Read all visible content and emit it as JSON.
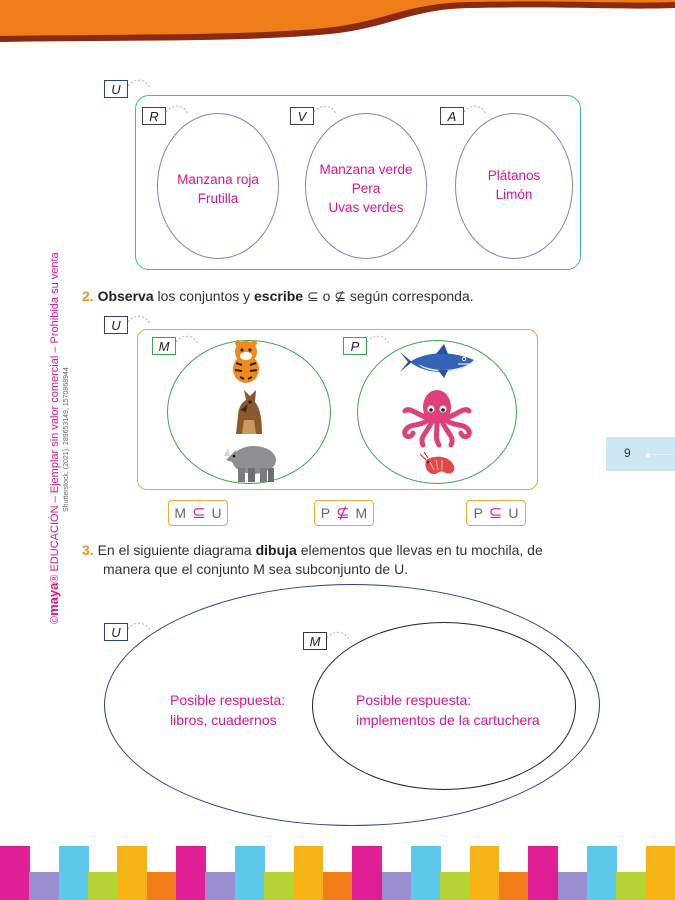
{
  "page_number": "9",
  "sidebar": {
    "brand_prefix": "©",
    "brand_name": "maya",
    "brand_rest": "EDUCACIÓN – Ejemplar sin valor comercial – Prohibida su venta",
    "credit": "Shutterstock, (2021). 289653149, 1570868944"
  },
  "diagram1": {
    "universe": "U",
    "sets": [
      {
        "label": "R",
        "items": [
          "Manzana roja",
          "Frutilla"
        ]
      },
      {
        "label": "V",
        "items": [
          "Manzana verde",
          "Pera",
          "Uvas verdes"
        ]
      },
      {
        "label": "A",
        "items": [
          "Plátanos",
          "Limón"
        ]
      }
    ]
  },
  "q2": {
    "number": "2.",
    "w1": "Observa",
    "t1": " los conjuntos y ",
    "w2": "escribe",
    "t2": " ⊆ o ⊈ según corresponda.",
    "universe": "U",
    "set_m": "M",
    "set_p": "P",
    "set_m_items": [
      "tiger",
      "dog",
      "rhino"
    ],
    "set_p_items": [
      "shark",
      "octopus",
      "shrimp"
    ],
    "relations": [
      {
        "a": "M",
        "sym": "⊆",
        "b": "U"
      },
      {
        "a": "P",
        "sym": "⊈",
        "b": "M"
      },
      {
        "a": "P",
        "sym": "⊆",
        "b": "U"
      }
    ]
  },
  "q3": {
    "number": "3.",
    "t1": "En el siguiente diagrama ",
    "w1": "dibuja",
    "t2": " elementos que llevas en tu mochila, de",
    "line2": "manera que el conjunto M sea subconjunto de U.",
    "universe": "U",
    "subset": "M",
    "answer_u": [
      "Posible respuesta:",
      "libros, cuadernos"
    ],
    "answer_m": [
      "Posible respuesta:",
      "implementos de la cartuchera"
    ]
  },
  "colors": {
    "accent": "#e0148c",
    "orange": "#f07d1a",
    "teal": "#3ab5c9",
    "green": "#3aa845",
    "navy": "#2c3f8f"
  }
}
